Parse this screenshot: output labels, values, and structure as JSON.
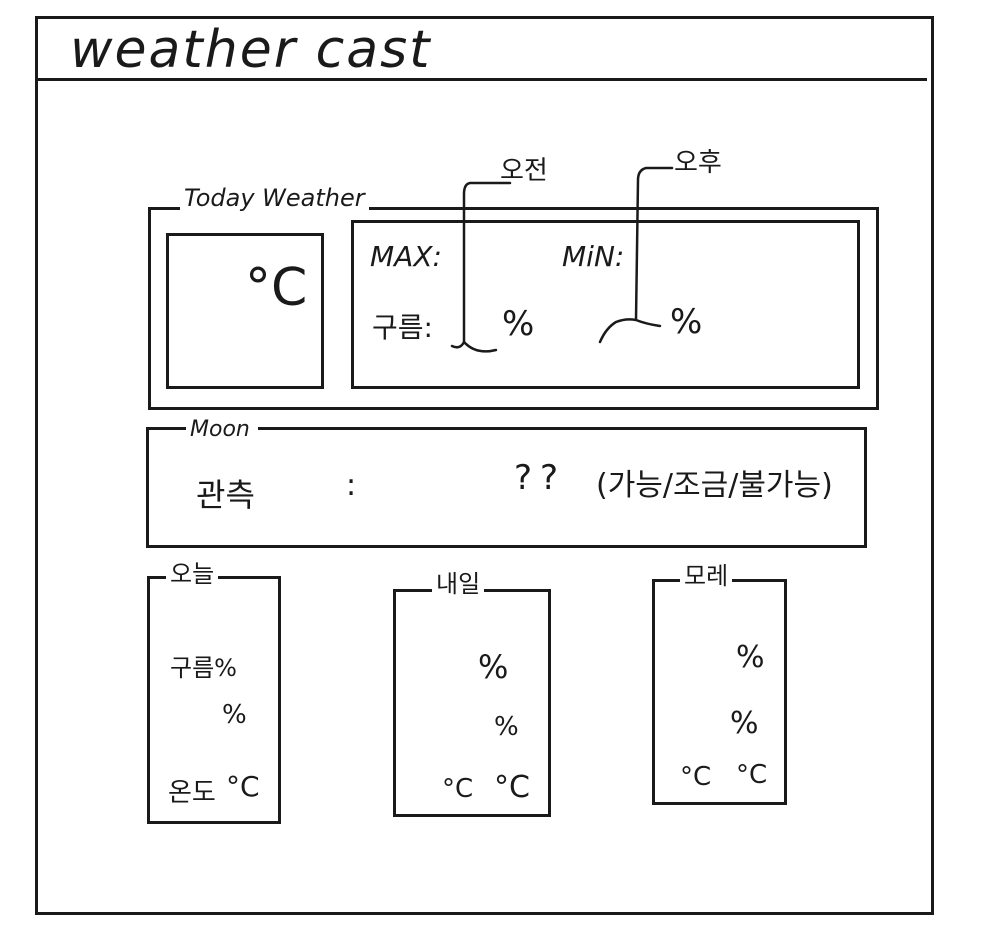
{
  "app": {
    "title": "weather cast"
  },
  "today": {
    "legend": "Today Weather",
    "temp_unit": "°C",
    "max_label": "MAX:",
    "min_label": "MiN:",
    "cloud_label": "구름:",
    "percent_a": "%",
    "percent_b": "%",
    "annotation_am": "오전",
    "annotation_pm": "오후"
  },
  "moon": {
    "legend": "Moon",
    "label": "관측",
    "separator": ":",
    "value": "??",
    "options": "(가능/조금/불가능)"
  },
  "forecast": [
    {
      "legend": "오늘",
      "line1": "구름%",
      "line2": "%",
      "line3_label": "온도",
      "line3_unit": "°C"
    },
    {
      "legend": "내일",
      "line1": "%",
      "line2": "%",
      "unit_a": "°C",
      "unit_b": "°C"
    },
    {
      "legend": "모레",
      "line1": "%",
      "line2": "%",
      "unit_a": "°C",
      "unit_b": "°C"
    }
  ]
}
